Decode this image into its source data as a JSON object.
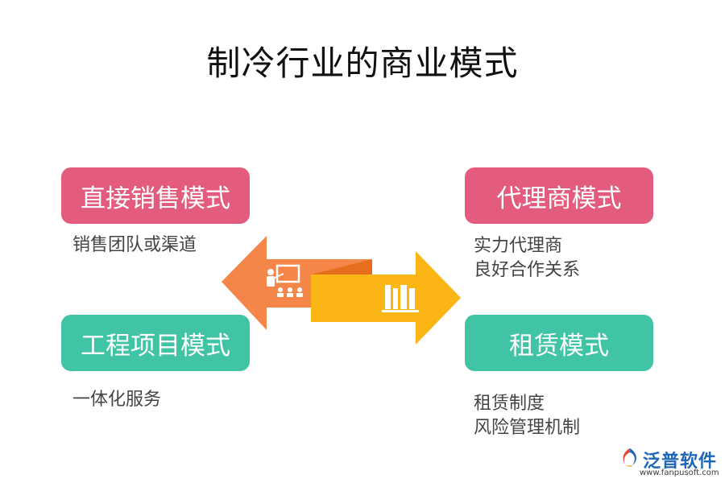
{
  "title": "制冷行业的商业模式",
  "left": {
    "top_box": {
      "label": "直接销售模式",
      "color": "#e45c7d"
    },
    "top_desc": [
      "销售团队或渠道"
    ],
    "bottom_box": {
      "label": "工程项目模式",
      "color": "#41c3a5"
    },
    "bottom_desc": [
      "一体化服务"
    ]
  },
  "right": {
    "top_box": {
      "label": "代理商模式",
      "color": "#e45c7d"
    },
    "top_desc": [
      "实力代理商",
      "良好合作关系"
    ],
    "bottom_box": {
      "label": "租赁模式",
      "color": "#41c3a5"
    },
    "bottom_desc": [
      "租赁制度",
      "风险管理机制"
    ]
  },
  "arrows": {
    "left_color": "#f5864a",
    "right_color": "#fbb515",
    "left_icon": "teacher-board-icon",
    "right_icon": "bookshelf-icon"
  },
  "logo": {
    "name": "泛普软件",
    "url": "www.fanpusoft.com"
  }
}
